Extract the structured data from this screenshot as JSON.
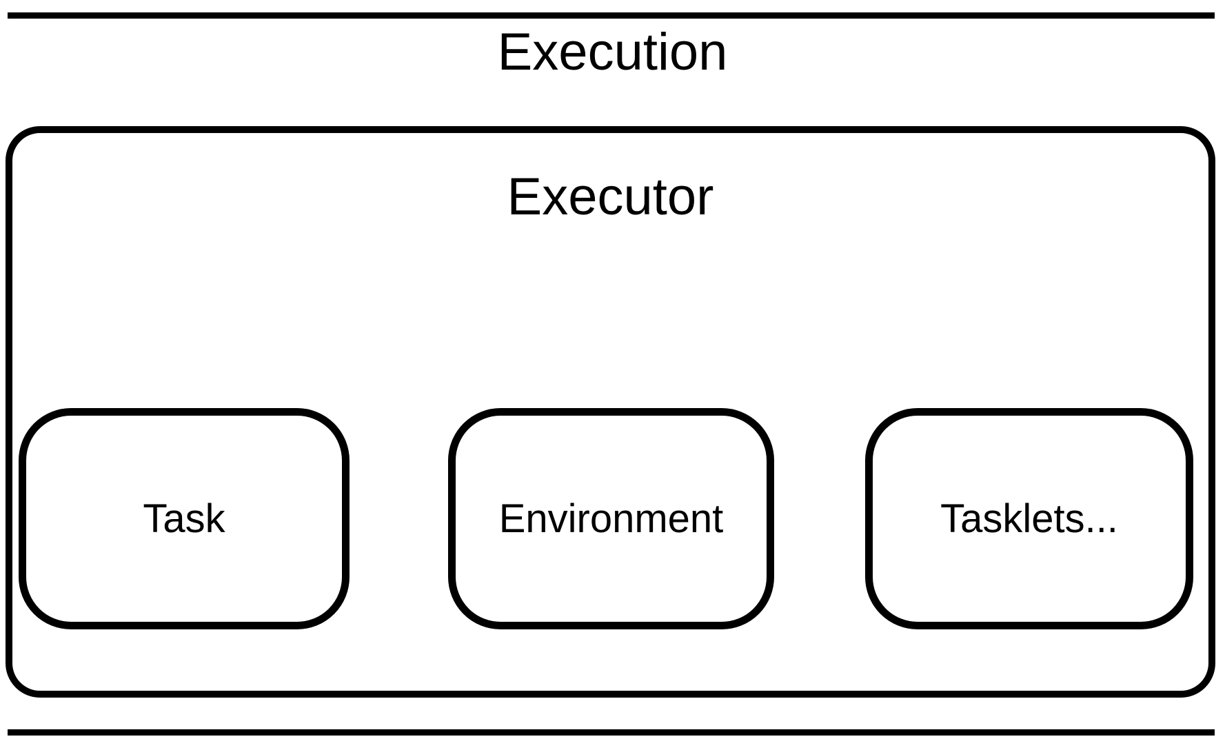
{
  "diagram": {
    "title": "Execution",
    "executor": {
      "label": "Executor",
      "children": [
        {
          "id": "task",
          "label": "Task"
        },
        {
          "id": "environment",
          "label": "Environment"
        },
        {
          "id": "tasklets",
          "label": "Tasklets..."
        }
      ]
    },
    "colors": {
      "stroke": "#000000",
      "background": "#ffffff"
    }
  }
}
